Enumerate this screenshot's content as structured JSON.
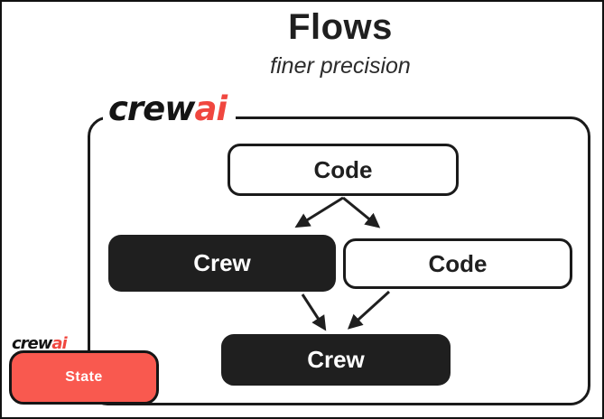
{
  "title": "Flows",
  "subtitle": "finer precision",
  "logo": {
    "crew": "crew",
    "ai": "ai"
  },
  "nodes": {
    "code_top": {
      "label": "Code",
      "style": "white"
    },
    "crew_mid": {
      "label": "Crew",
      "style": "black"
    },
    "code_mid": {
      "label": "Code",
      "style": "white"
    },
    "crew_bottom": {
      "label": "Crew",
      "style": "black"
    },
    "state": {
      "label": "State",
      "style": "red"
    }
  },
  "edges": [
    {
      "from": "code_top",
      "to": "crew_mid"
    },
    {
      "from": "code_top",
      "to": "code_mid"
    },
    {
      "from": "crew_mid",
      "to": "crew_bottom"
    },
    {
      "from": "code_mid",
      "to": "crew_bottom"
    }
  ],
  "colors": {
    "ink": "#1f1f1f",
    "accent_red": "#f0473f",
    "state_fill": "#f9594f",
    "background": "#ffffff"
  }
}
